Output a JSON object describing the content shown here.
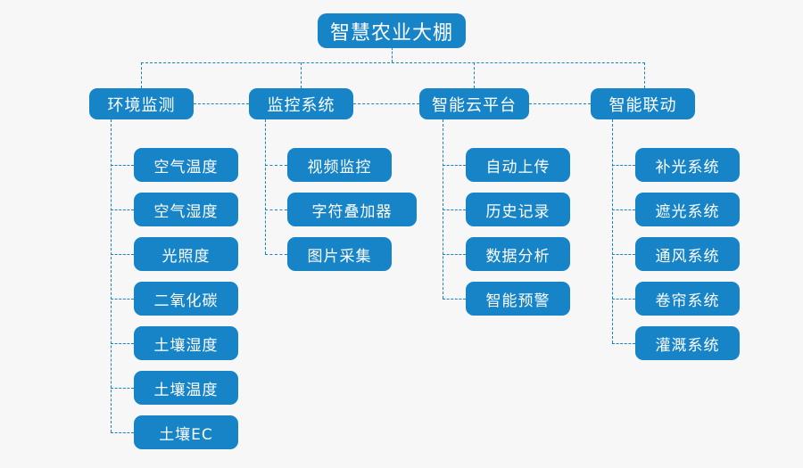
{
  "diagram": {
    "title": "智慧农业大棚",
    "background_color": "#f7f7f7",
    "node_color": "#1784c8",
    "node_text_color": "#ffffff",
    "connector_color": "#1784c8",
    "root": {
      "label": "智慧农业大棚"
    },
    "branches": [
      {
        "label": "环境监测",
        "children": [
          {
            "label": "空气温度"
          },
          {
            "label": "空气湿度"
          },
          {
            "label": "光照度"
          },
          {
            "label": "二氧化碳"
          },
          {
            "label": "土壤湿度"
          },
          {
            "label": "土壤温度"
          },
          {
            "label": "土壤EC"
          }
        ]
      },
      {
        "label": "监控系统",
        "children": [
          {
            "label": "视频监控"
          },
          {
            "label": "字符叠加器"
          },
          {
            "label": "图片采集"
          }
        ]
      },
      {
        "label": "智能云平台",
        "children": [
          {
            "label": "自动上传"
          },
          {
            "label": "历史记录"
          },
          {
            "label": "数据分析"
          },
          {
            "label": "智能预警"
          }
        ]
      },
      {
        "label": "智能联动",
        "children": [
          {
            "label": "补光系统"
          },
          {
            "label": "遮光系统"
          },
          {
            "label": "通风系统"
          },
          {
            "label": "卷帘系统"
          },
          {
            "label": "灌溉系统"
          }
        ]
      }
    ]
  }
}
